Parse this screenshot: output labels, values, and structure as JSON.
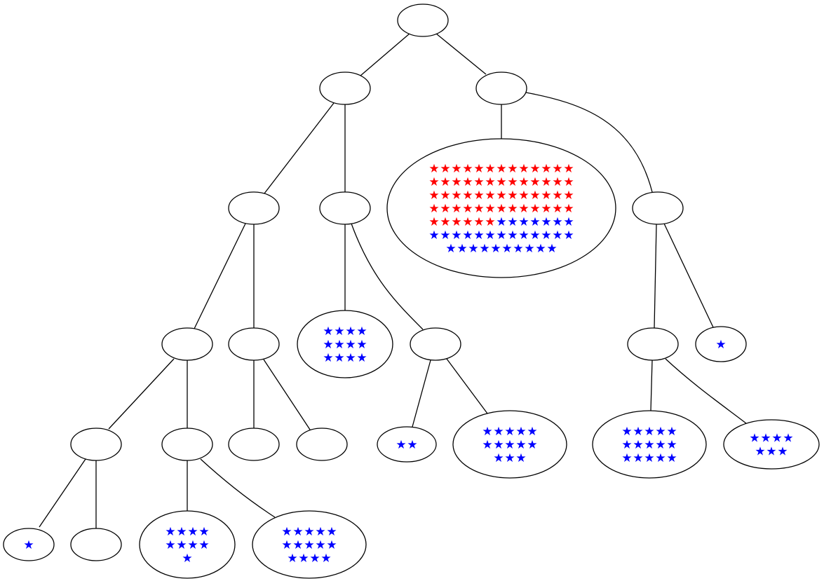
{
  "diagram": {
    "star_glyph": "★",
    "colors": {
      "edge": "#000000",
      "node_stroke": "#000000",
      "node_fill": "#ffffff",
      "star_red": "#ff0000",
      "star_blue": "#0000ff"
    },
    "nodes": [
      {
        "id": "root",
        "red": 0,
        "blue": 0
      },
      {
        "id": "n-left",
        "red": 0,
        "blue": 0
      },
      {
        "id": "n-right",
        "red": 0,
        "blue": 0
      },
      {
        "id": "n-ll",
        "red": 0,
        "blue": 0
      },
      {
        "id": "n-lr",
        "red": 0,
        "blue": 0
      },
      {
        "id": "n-big",
        "red": 58,
        "blue": 30
      },
      {
        "id": "n-rr",
        "red": 0,
        "blue": 0
      },
      {
        "id": "n-lll",
        "red": 0,
        "blue": 0
      },
      {
        "id": "n-llr",
        "red": 0,
        "blue": 0
      },
      {
        "id": "n-lrl",
        "red": 0,
        "blue": 12
      },
      {
        "id": "n-lrr",
        "red": 0,
        "blue": 0
      },
      {
        "id": "n-rrl",
        "red": 0,
        "blue": 0
      },
      {
        "id": "n-rrr",
        "red": 0,
        "blue": 1
      },
      {
        "id": "n-llll",
        "red": 0,
        "blue": 0
      },
      {
        "id": "n-lllr",
        "red": 0,
        "blue": 0
      },
      {
        "id": "n-llrl",
        "red": 0,
        "blue": 0
      },
      {
        "id": "n-llrr",
        "red": 0,
        "blue": 0
      },
      {
        "id": "n-lrrl",
        "red": 0,
        "blue": 2
      },
      {
        "id": "n-lrrr",
        "red": 0,
        "blue": 13
      },
      {
        "id": "n-rrll",
        "red": 0,
        "blue": 15
      },
      {
        "id": "n-rrlr",
        "red": 0,
        "blue": 7
      },
      {
        "id": "n-a",
        "red": 0,
        "blue": 1
      },
      {
        "id": "n-b",
        "red": 0,
        "blue": 0
      },
      {
        "id": "n-c",
        "red": 0,
        "blue": 9
      },
      {
        "id": "n-d",
        "red": 0,
        "blue": 14
      }
    ],
    "edges": [
      [
        "root",
        "n-left"
      ],
      [
        "root",
        "n-right"
      ],
      [
        "n-left",
        "n-ll"
      ],
      [
        "n-left",
        "n-lr"
      ],
      [
        "n-right",
        "n-big"
      ],
      [
        "n-right",
        "n-rr"
      ],
      [
        "n-ll",
        "n-lll"
      ],
      [
        "n-ll",
        "n-llr"
      ],
      [
        "n-lr",
        "n-lrl"
      ],
      [
        "n-lr",
        "n-lrr"
      ],
      [
        "n-rr",
        "n-rrl"
      ],
      [
        "n-rr",
        "n-rrr"
      ],
      [
        "n-lll",
        "n-llll"
      ],
      [
        "n-lll",
        "n-lllr"
      ],
      [
        "n-llr",
        "n-llrl"
      ],
      [
        "n-llr",
        "n-llrr"
      ],
      [
        "n-lrr",
        "n-lrrl"
      ],
      [
        "n-lrr",
        "n-lrrr"
      ],
      [
        "n-rrl",
        "n-rrll"
      ],
      [
        "n-rrl",
        "n-rrlr"
      ],
      [
        "n-llll",
        "n-a"
      ],
      [
        "n-llll",
        "n-b"
      ],
      [
        "n-lllr",
        "n-c"
      ],
      [
        "n-lllr",
        "n-d"
      ]
    ]
  }
}
